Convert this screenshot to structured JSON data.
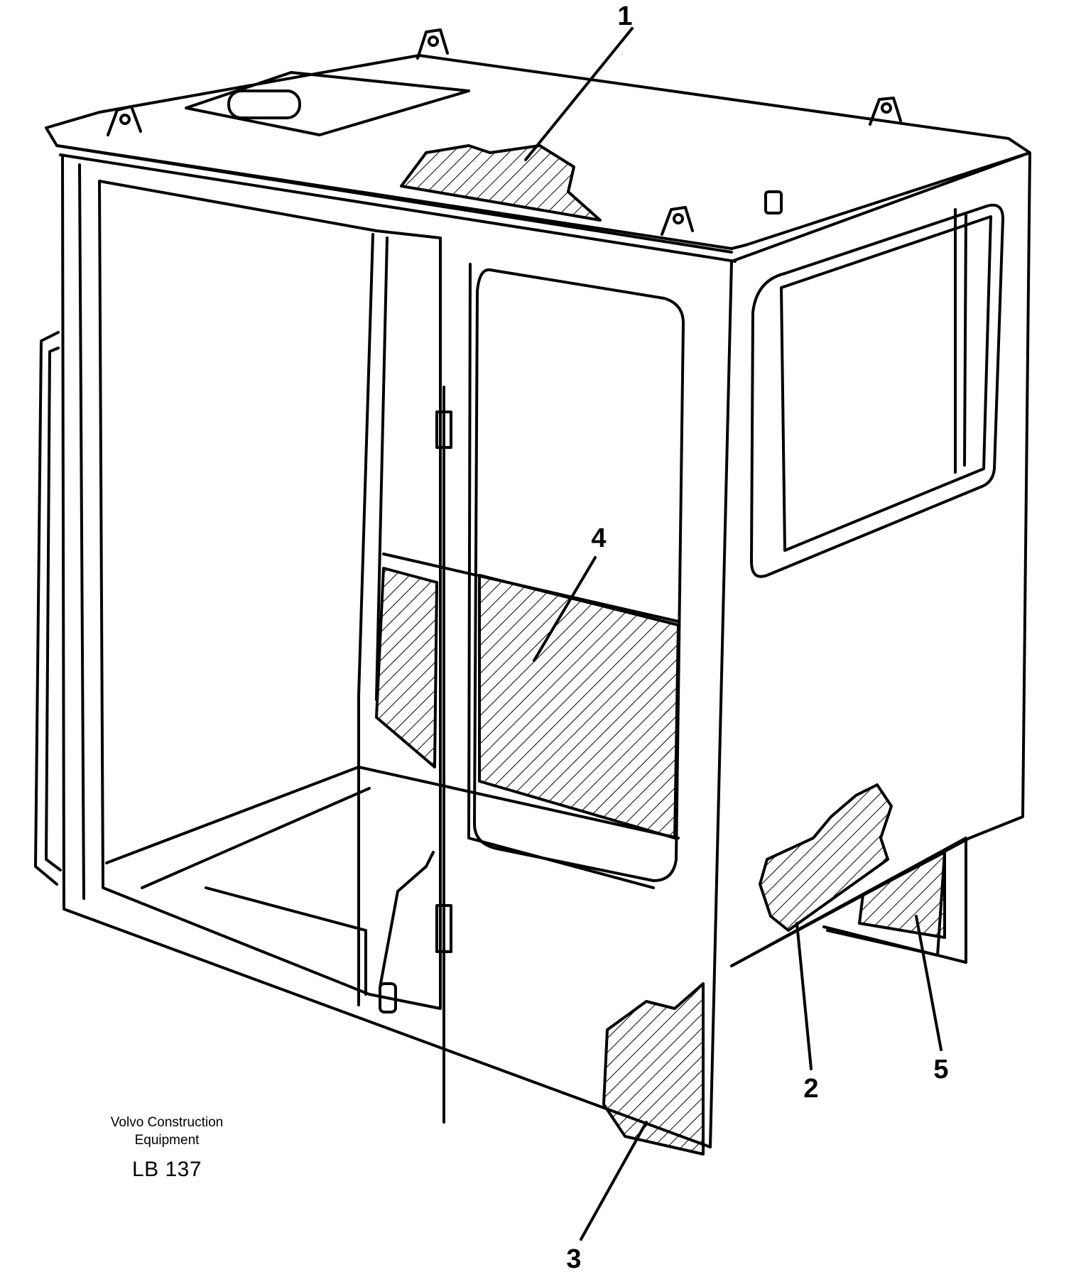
{
  "callouts": [
    {
      "id": "1",
      "label": "1"
    },
    {
      "id": "2",
      "label": "2"
    },
    {
      "id": "3",
      "label": "3"
    },
    {
      "id": "4",
      "label": "4"
    },
    {
      "id": "5",
      "label": "5"
    }
  ],
  "credit": {
    "line1": "Volvo Construction",
    "line2": "Equipment",
    "code": "LB 137"
  },
  "colors": {
    "ink": "#000000",
    "paper": "#ffffff"
  }
}
